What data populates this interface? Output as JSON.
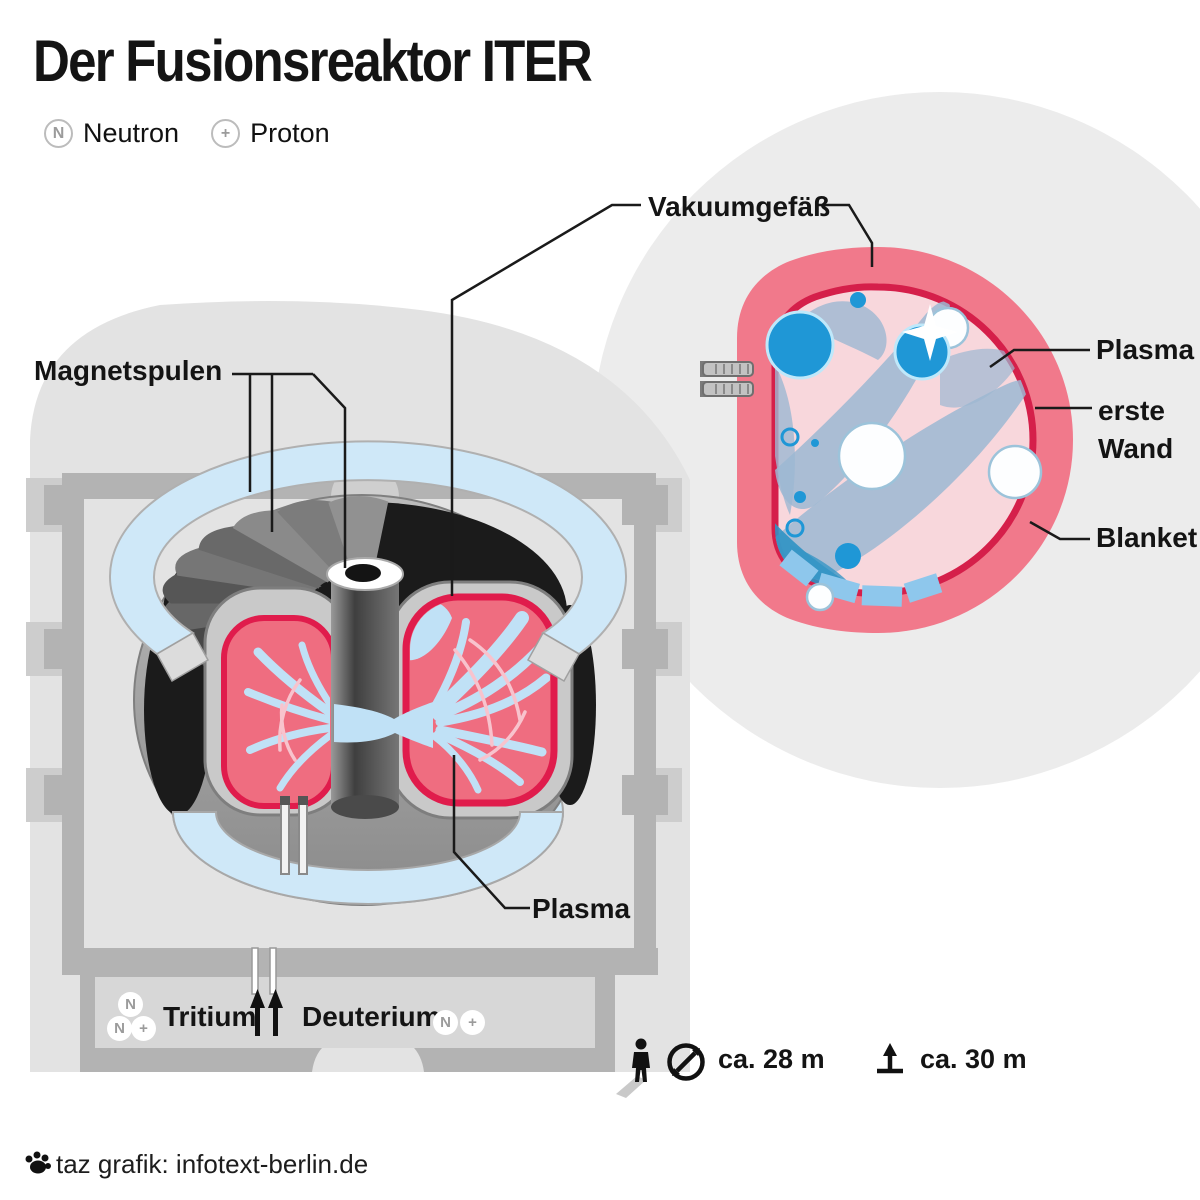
{
  "title": "Der Fusionsreaktor ITER",
  "legend": {
    "neutron": {
      "symbol": "N",
      "label": "Neutron"
    },
    "proton": {
      "symbol": "+",
      "label": "Proton"
    }
  },
  "diagram_labels": {
    "magnet_coils": "Magnetspulen",
    "vacuum_vessel": "Vakuumgefäß",
    "plasma_main": "Plasma",
    "detail_plasma": "Plasma",
    "first_wall_line1": "erste",
    "first_wall_line2": "Wand",
    "blanket": "Blanket"
  },
  "fuel_inlet": {
    "tritium_label": "Tritium",
    "deuterium_label": "Deuterium",
    "neutron_symbol": "N",
    "proton_symbol": "+"
  },
  "dimensions": {
    "width_label": "ca. 28 m",
    "height_label": "ca. 30 m"
  },
  "credit": "taz grafik: infotext-berlin.de",
  "colors": {
    "plasma_red": "#ef6d80",
    "plasma_border_crimson": "#d51f4a",
    "vessel_salmon": "#f1798b",
    "vessel_inner_pink": "#f8d7dc",
    "coil_light_blue": "#cfe8f8",
    "stream_blue": "#c0e1f6",
    "particle_blue": "#1f97d6",
    "divertor_blue": "#8ec7ec",
    "structure_gray": "#b3b3b3",
    "backdrop_gray": "#e3e3e3",
    "detail_circle_gray": "#ececec"
  }
}
